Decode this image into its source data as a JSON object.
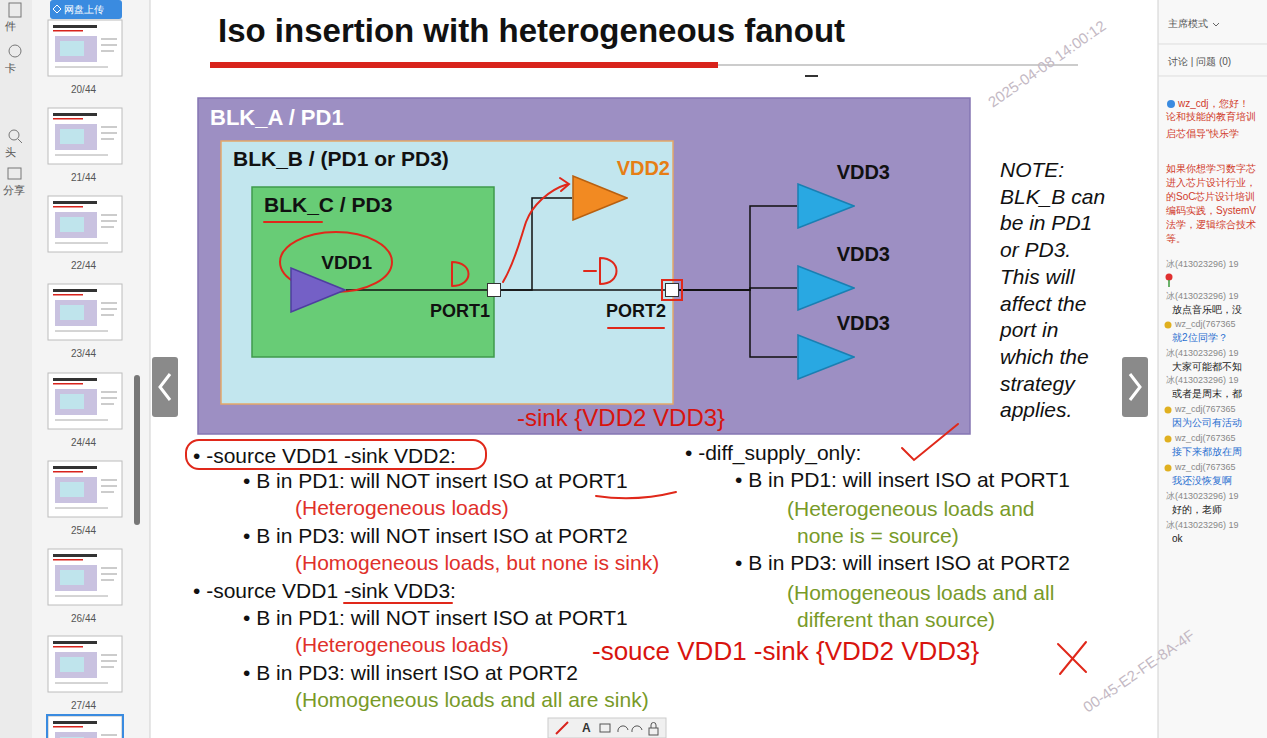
{
  "diagram": {
    "title": "Iso insertion with heterogeneous fanout",
    "nodes": [
      {
        "text": [
          "BLK_A / PD1"
        ]
      },
      {
        "text": [
          "BLK_B / (PD1 or PD3)"
        ],
        "in": 0
      },
      {
        "text": [
          "BLK_C / PD3"
        ],
        "in": 1
      },
      {
        "text": [
          "VDD1"
        ],
        "in": 2
      },
      {
        "text": [
          "VDD2"
        ],
        "in": 1
      },
      {
        "text": [
          "PORT1"
        ],
        "in": 1
      },
      {
        "text": [
          "PORT2"
        ],
        "in": 0
      },
      {
        "text": [
          "VDD3"
        ],
        "in": 0
      },
      {
        "text": [
          "VDD3"
        ],
        "in": 0
      },
      {
        "text": [
          "VDD3"
        ],
        "in": 0
      }
    ],
    "edges": [
      {
        "from": 3,
        "to": 5,
        "arrow": "none"
      },
      {
        "from": 5,
        "to": 4,
        "arrow": "none"
      },
      {
        "from": 5,
        "to": 6,
        "arrow": "none"
      },
      {
        "from": 6,
        "to": 7,
        "arrow": "none"
      },
      {
        "from": 6,
        "to": 8,
        "arrow": "none"
      },
      {
        "from": 6,
        "to": 9,
        "arrow": "none"
      }
    ],
    "labels": [
      "• -source VDD1 -sink VDD2:",
      "• B in PD1: will NOT insert ISO at PORT1",
      "(Heterogeneous loads)",
      "• B in PD3: will NOT insert ISO at PORT2",
      "(Homogeneous loads, but none is sink)",
      "• -source VDD1 -sink VDD3:",
      "• B in PD1: will NOT insert ISO at PORT1",
      "(Heterogeneous loads)",
      "• B in PD3: will insert ISO at PORT2",
      "(Homogeneous loads and all are sink)",
      "• -diff_supply_only:",
      "• B in PD1: will insert ISO at PORT1",
      "(Heterogeneous loads and none is = source)",
      "• B in PD3: will insert ISO at PORT2",
      "(Homogeneous loads and all different than source)",
      "NOTE: BLK_B can be in PD1 or PD3. This will affect the port in which the strategy applies.",
      "-sink {VDD2 VDD3}",
      "-souce VDD1 -sink {VDD2 VDD3}",
      "2025-04-08 14:00:12",
      "00-45-E2-FE-8A-4F",
      "网盘上传",
      "20/44",
      "21/44",
      "22/44",
      "23/44",
      "24/44",
      "25/44",
      "26/44",
      "27/44",
      "件",
      "卡",
      "头",
      "分享",
      "主席模式",
      "讨论 | 问题 (0)",
      "wz_cdj，您好！",
      "论和技能的教育培训",
      "启芯倡导“快乐学",
      "如果你想学习数字芯",
      "进入芯片设计行业，",
      "的SoC芯片设计培训",
      "编码实践，SystemV",
      "法学，逻辑综合技术",
      "等。",
      "冰(413023296) 19",
      "冰(413023296) 19",
      "放点音乐吧，没",
      "wz_cdj(767365",
      "就2位同学？",
      "冰(413023296) 19",
      "大家可能都不知",
      "冰(413023296) 19",
      "或者是周末，都",
      "wz_cdj(767365",
      "因为公司有活动",
      "wz_cdj(767365",
      "接下来都放在周",
      "wz_cdj(767365",
      "我还没恢复啊",
      "冰(413023296) 19",
      "好的，老师",
      "冰(413023296) 19",
      "ok",
      "A"
    ]
  }
}
